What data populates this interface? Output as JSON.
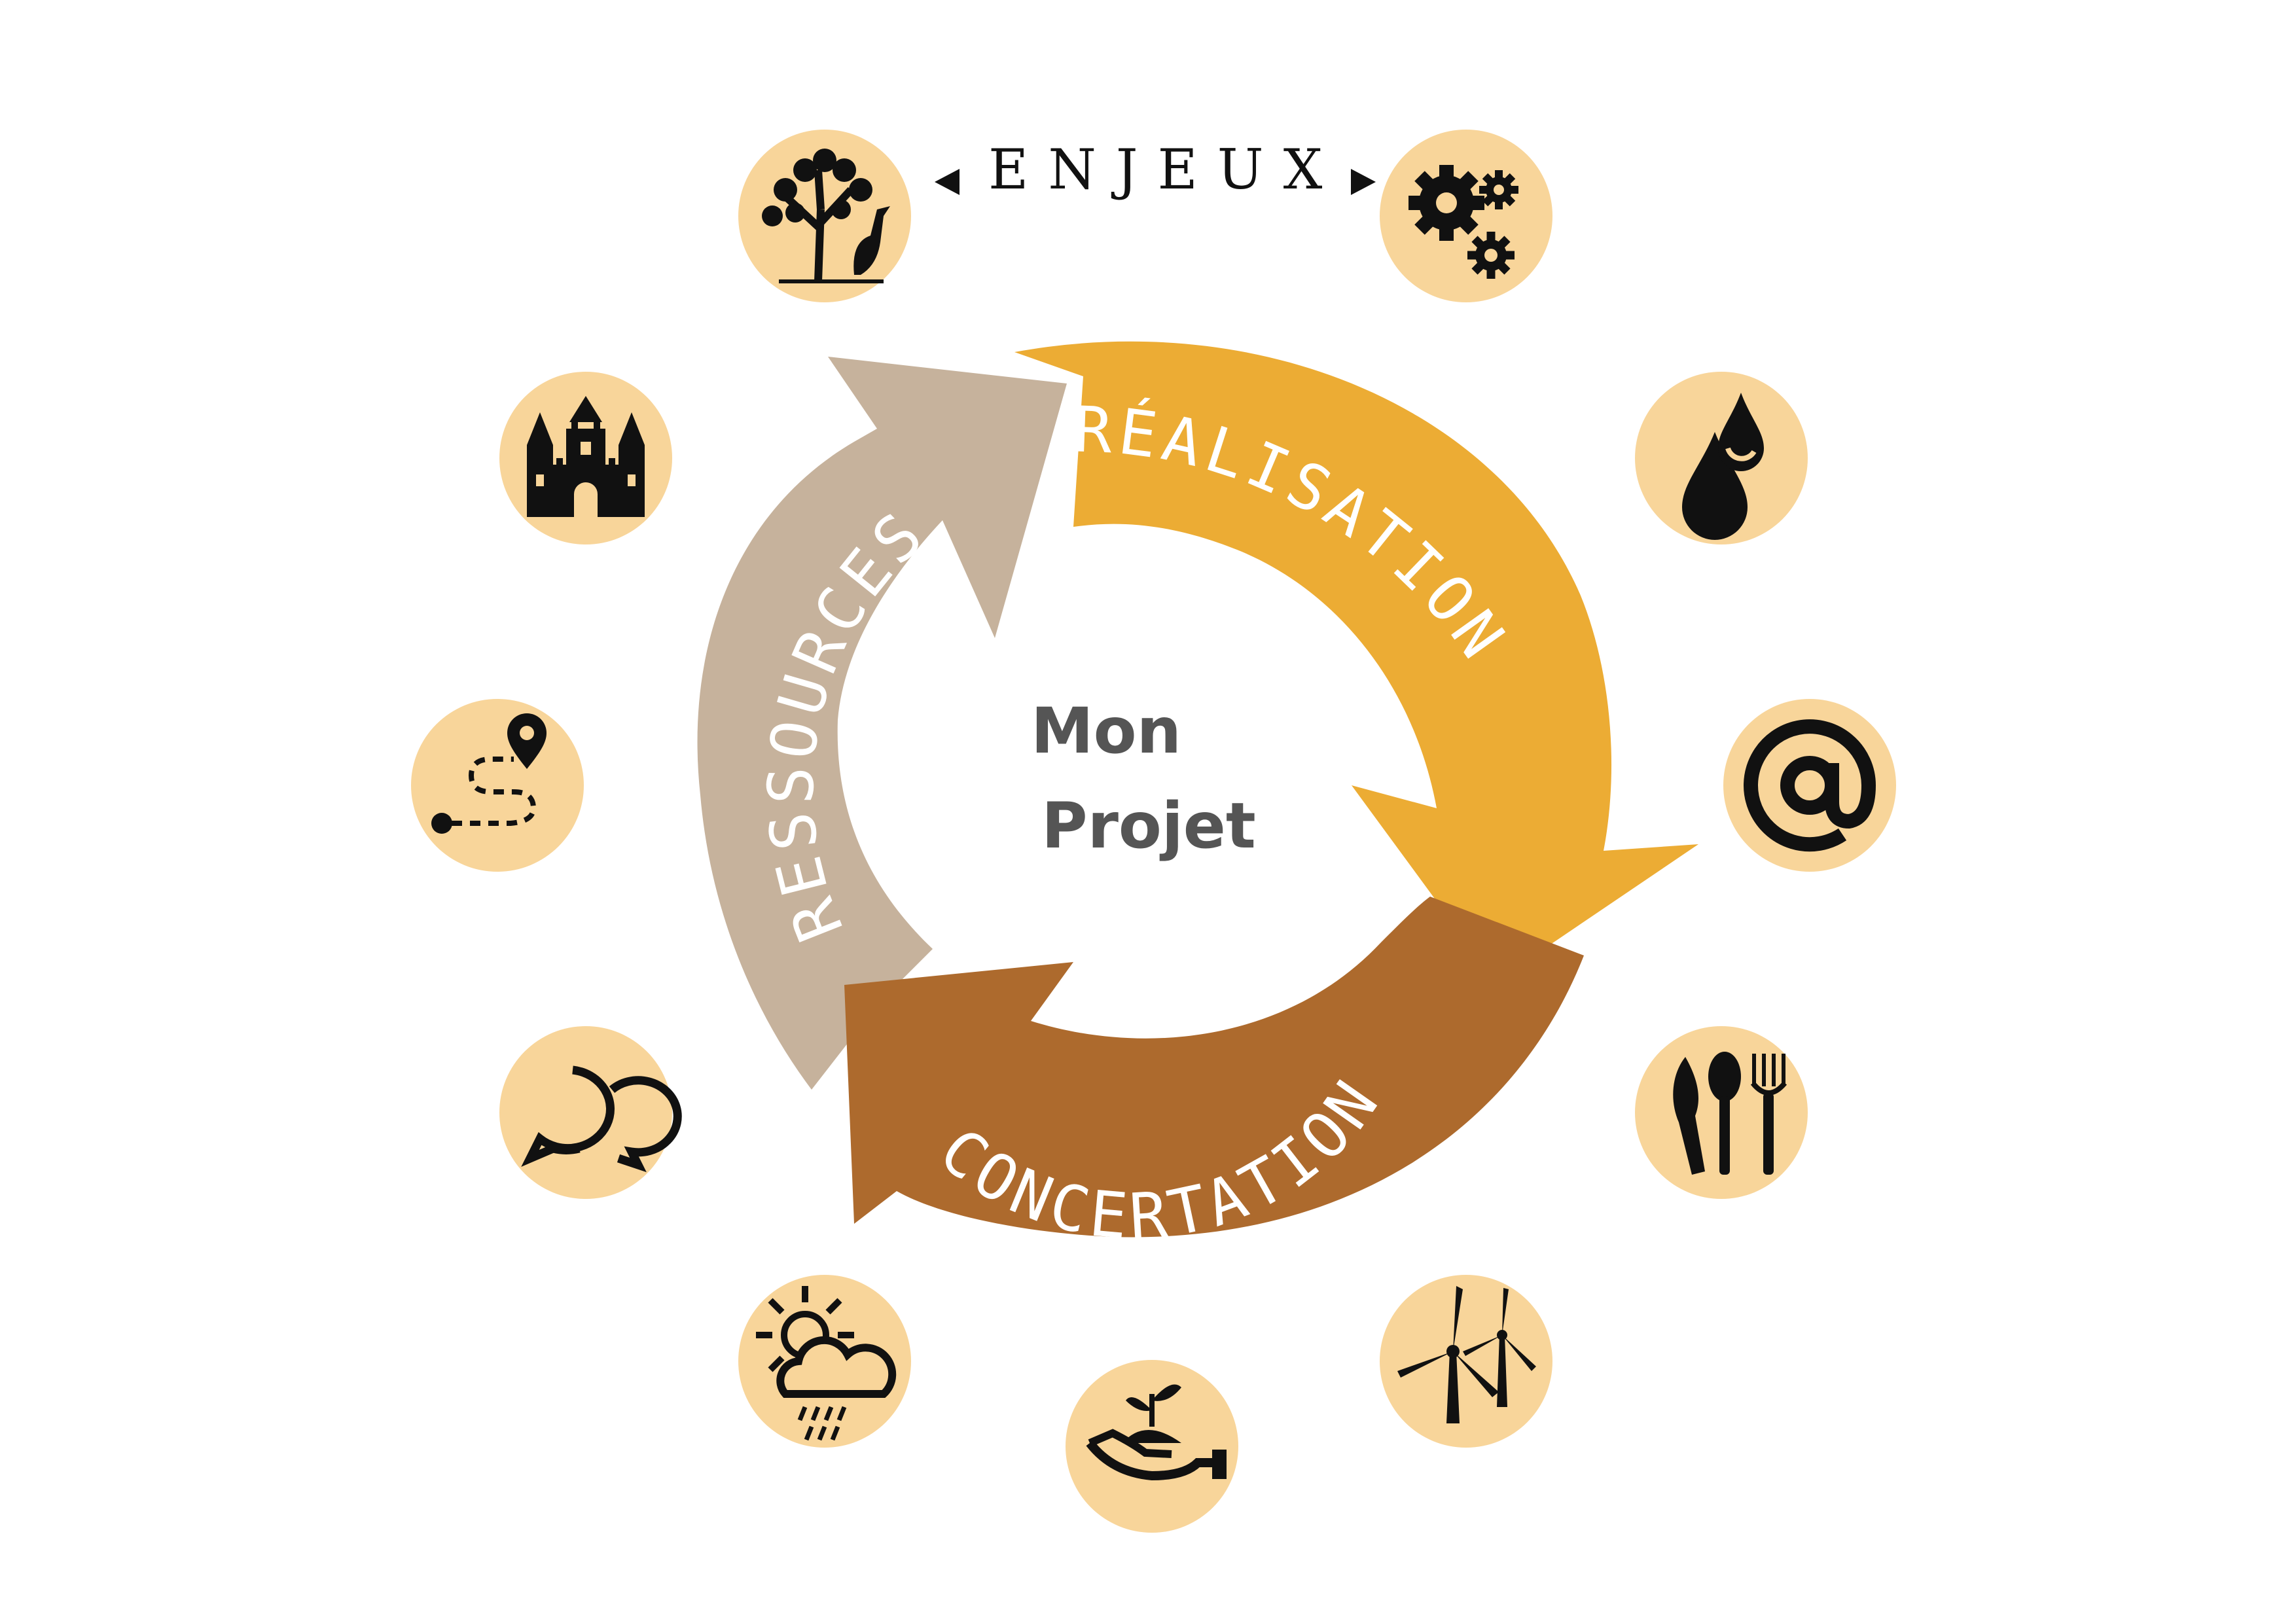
{
  "header": {
    "label": "ENJEUX"
  },
  "center": {
    "line1": "Mon",
    "line2": "Projet"
  },
  "cycle": [
    {
      "label": "RÉALISATION",
      "color": "#ecac34"
    },
    {
      "label": "CONCERTATION",
      "color": "#ad6a2d"
    },
    {
      "label": "RESSOURCES",
      "color": "#c6b29c"
    }
  ],
  "colors": {
    "icon_bg": "#f8d59a",
    "icon_fg": "#111111",
    "center_text": "#555555"
  },
  "issue_icons": [
    "tree-heron-icon",
    "gears-icon",
    "water-drop-icon",
    "at-sign-icon",
    "cutlery-icon",
    "wind-turbines-icon",
    "hand-plant-icon",
    "weather-icon",
    "speech-bubbles-icon",
    "route-icon",
    "castle-icon"
  ]
}
